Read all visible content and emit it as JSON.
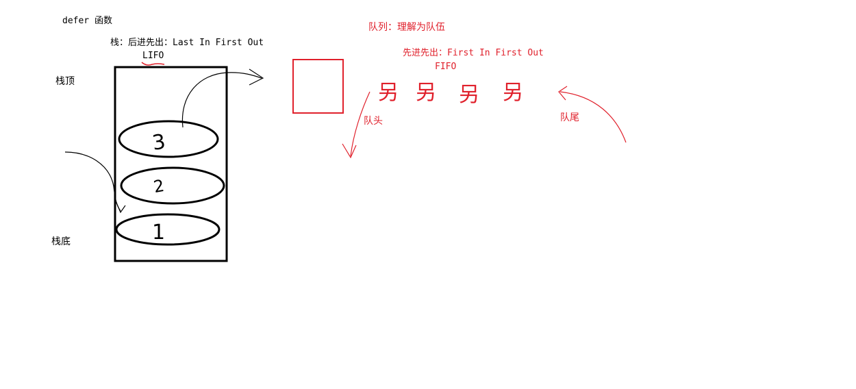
{
  "stack": {
    "title": "defer 函数",
    "definition": "栈：后进先出：Last In First Out",
    "abbrev": "LIFO",
    "top_label": "栈顶",
    "bottom_label": "栈底",
    "items": [
      "3",
      "2",
      "1"
    ]
  },
  "queue": {
    "title": "队列：理解为队伍",
    "definition": "先进先出：First In First Out",
    "abbrev": "FIFO",
    "head_label": "队头",
    "tail_label": "队尾",
    "people": [
      "另",
      "另",
      "另",
      "另"
    ]
  },
  "colors": {
    "ink": "#000000",
    "accent": "#e0202b"
  }
}
